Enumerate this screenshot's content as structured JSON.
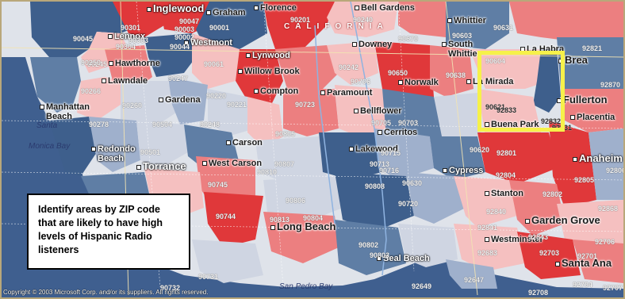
{
  "map": {
    "state_label": "CALIFORNIA",
    "legend_colors": {
      "very_high": "#e0383a",
      "high": "#ec7f80",
      "medium": "#f5c0c0",
      "low": "#cfd5e2",
      "lower": "#9fb0cc",
      "lowest": "#5f7ea5",
      "very_low": "#3e5f8c"
    },
    "cities": [
      {
        "name": "Inglewood",
        "icon": "city-marker-icon"
      },
      {
        "name": "Graham",
        "icon": "city-marker-icon"
      },
      {
        "name": "Florence",
        "icon": "city-marker-icon"
      },
      {
        "name": "Bell Gardens",
        "icon": "city-marker-icon"
      },
      {
        "name": "Whittier",
        "icon": "city-marker-icon"
      },
      {
        "name": "Lennox",
        "icon": "city-marker-icon"
      },
      {
        "name": "Westmont",
        "icon": "city-marker-icon"
      },
      {
        "name": "Downey",
        "icon": "city-marker-icon"
      },
      {
        "name": "South Whittier",
        "icon": "city-marker-icon"
      },
      {
        "name": "La Habra",
        "icon": "city-marker-icon"
      },
      {
        "name": "Brea",
        "icon": "city-marker-icon"
      },
      {
        "name": "Hawthorne",
        "icon": "city-marker-icon"
      },
      {
        "name": "Lynwood",
        "icon": "city-marker-icon"
      },
      {
        "name": "Willow Brook",
        "icon": "city-marker-icon"
      },
      {
        "name": "Norwalk",
        "icon": "city-marker-icon"
      },
      {
        "name": "La Mirada",
        "icon": "city-marker-icon"
      },
      {
        "name": "Lawndale",
        "icon": "city-marker-icon"
      },
      {
        "name": "Compton",
        "icon": "city-marker-icon"
      },
      {
        "name": "Paramount",
        "icon": "city-marker-icon"
      },
      {
        "name": "Fullerton",
        "icon": "city-marker-icon"
      },
      {
        "name": "Gardena",
        "icon": "city-marker-icon"
      },
      {
        "name": "Bellflower",
        "icon": "city-marker-icon"
      },
      {
        "name": "Manhattan Beach",
        "icon": "city-marker-icon"
      },
      {
        "name": "Buena Park",
        "icon": "city-marker-icon"
      },
      {
        "name": "Placentia",
        "icon": "city-marker-icon"
      },
      {
        "name": "Cerritos",
        "icon": "city-marker-icon"
      },
      {
        "name": "Carson",
        "icon": "city-marker-icon"
      },
      {
        "name": "Lakewood",
        "icon": "city-marker-icon"
      },
      {
        "name": "Redondo Beach",
        "icon": "city-marker-icon"
      },
      {
        "name": "Anaheim",
        "icon": "city-marker-icon"
      },
      {
        "name": "Torrance",
        "icon": "city-marker-icon"
      },
      {
        "name": "West Carson",
        "icon": "city-marker-icon"
      },
      {
        "name": "Cypress",
        "icon": "city-marker-icon"
      },
      {
        "name": "Stanton",
        "icon": "city-marker-icon"
      },
      {
        "name": "Garden Grove",
        "icon": "city-marker-icon"
      },
      {
        "name": "Long Beach",
        "icon": "city-marker-icon"
      },
      {
        "name": "Westminster",
        "icon": "city-marker-icon"
      },
      {
        "name": "Seal Beach",
        "icon": "city-marker-icon"
      },
      {
        "name": "Santa Ana",
        "icon": "city-marker-icon"
      }
    ],
    "water_labels": [
      "Santa",
      "Monica Bay",
      "San Pedro Bay"
    ],
    "zip_codes": [
      "90301",
      "90047",
      "90003",
      "90001",
      "90201",
      "90240",
      "90045",
      "90303",
      "90304",
      "90002",
      "90044",
      "90670",
      "90631",
      "90603",
      "90245",
      "90250",
      "90061",
      "90242",
      "90706",
      "90650",
      "90604",
      "90638",
      "92821",
      "90266",
      "90247",
      "90220",
      "90221",
      "90723",
      "92870",
      "90260",
      "90278",
      "90504",
      "90248",
      "90705",
      "90703",
      "90621",
      "92833",
      "92832",
      "92831",
      "90805",
      "90807",
      "90715",
      "90620",
      "90713",
      "90716",
      "90501",
      "90810",
      "90630",
      "92801",
      "92806",
      "90745",
      "92804",
      "92805",
      "90806",
      "90808",
      "90720",
      "92802",
      "92840",
      "92868",
      "90744",
      "90813",
      "90804",
      "92841",
      "92843",
      "92706",
      "90802",
      "90803",
      "92683",
      "92703",
      "92701",
      "90731",
      "90732",
      "92649",
      "92647",
      "92708",
      "92704",
      "92707"
    ],
    "highlight_color": "#f6f14a"
  },
  "callout": {
    "text": "Identify areas by ZIP code that are likely to have high levels of Hispanic Radio listeners"
  },
  "copyright": "Copyright © 2003 Microsoft Corp. and/or its suppliers. All rights reserved."
}
